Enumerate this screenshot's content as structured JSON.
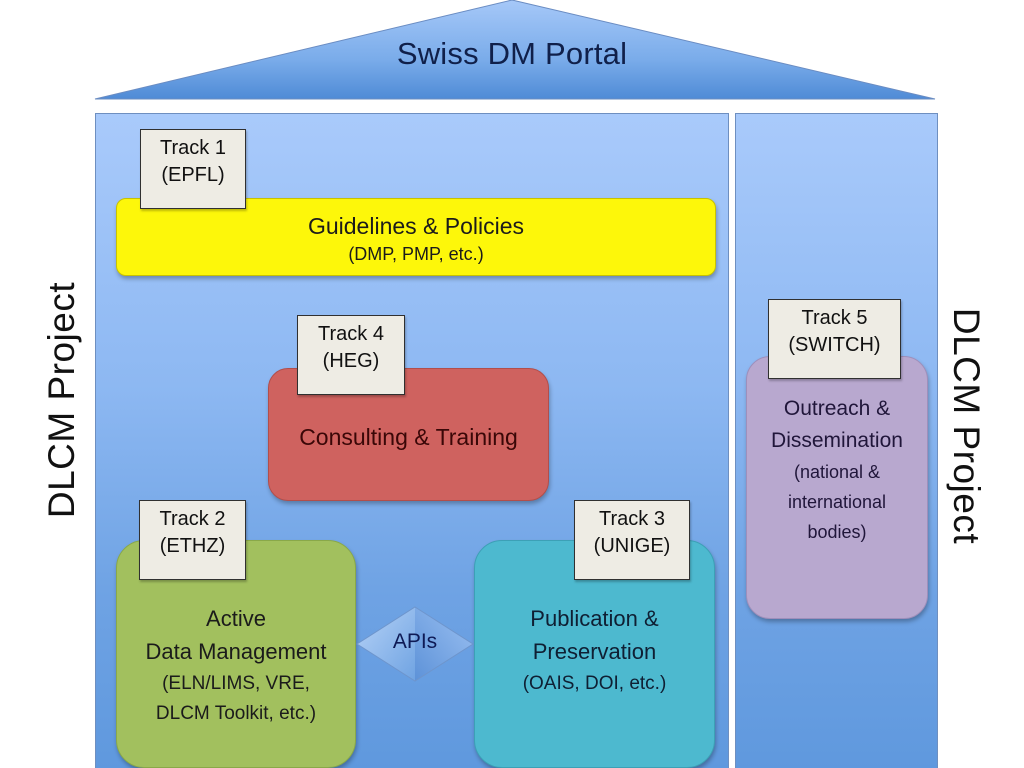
{
  "roof": {
    "title": "Swiss DM Portal",
    "color": "#5d97dd"
  },
  "side_labels": {
    "left": "DLCM Project",
    "right": "DLCM Project"
  },
  "tracks": [
    {
      "id": 1,
      "tag_line1": "Track 1",
      "tag_line2": "(EPFL)",
      "lines": [
        "Guidelines & Policies",
        "(DMP, PMP, etc.)"
      ],
      "color": "#fdf70a"
    },
    {
      "id": 4,
      "tag_line1": "Track 4",
      "tag_line2": "(HEG)",
      "lines": [
        "Consulting & Training"
      ],
      "color": "#cf625f"
    },
    {
      "id": 2,
      "tag_line1": "Track 2",
      "tag_line2": "(ETHZ)",
      "lines": [
        "Active",
        "Data Management",
        "(ELN/LIMS, VRE,",
        "DLCM Toolkit, etc.)"
      ],
      "color": "#a2c05e"
    },
    {
      "id": 3,
      "tag_line1": "Track 3",
      "tag_line2": "(UNIGE)",
      "lines": [
        "Publication &",
        "Preservation",
        "(OAIS, DOI, etc.)"
      ],
      "color": "#4db9cf"
    },
    {
      "id": 5,
      "tag_line1": "Track 5",
      "tag_line2": "(SWITCH)",
      "lines": [
        "Outreach &",
        "Dissemination",
        "(national &",
        "international",
        "bodies)"
      ],
      "color": "#b8a8cf"
    }
  ],
  "connector": {
    "label": "APIs"
  }
}
